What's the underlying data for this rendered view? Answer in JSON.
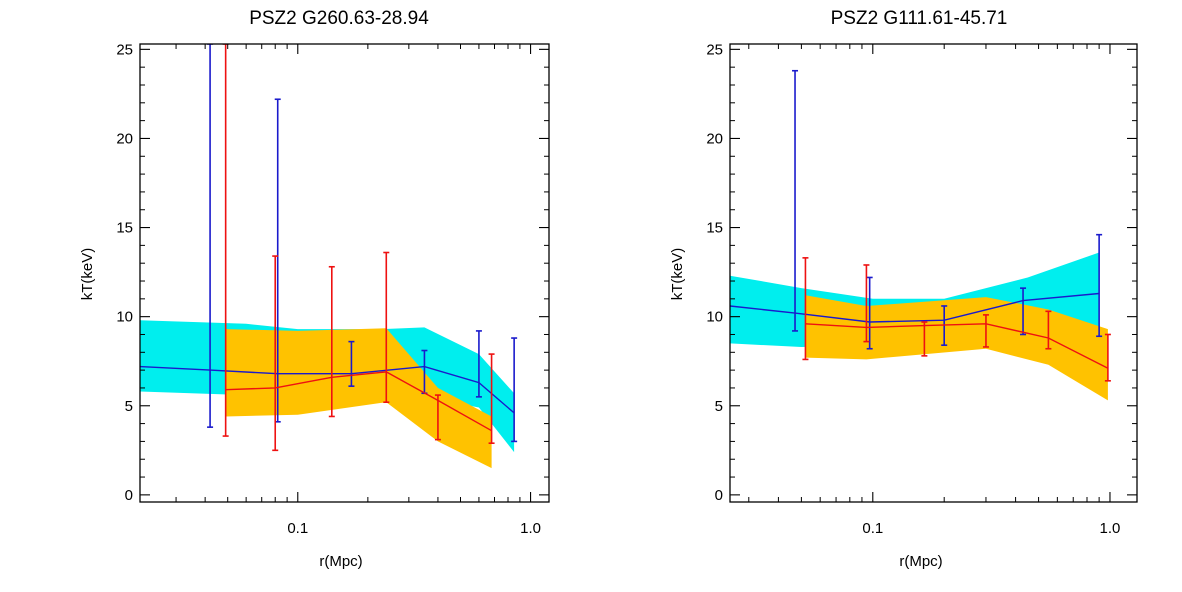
{
  "chart_data": [
    {
      "type": "line",
      "title": "PSZ2 G260.63-28.94",
      "xlabel": "r(Mpc)",
      "ylabel": "kT(keV)",
      "x_scale": "log",
      "xlim": [
        0.021,
        1.2
      ],
      "ylim": [
        -0.4,
        25.3
      ],
      "x_ticks": [
        {
          "v": 0.1,
          "label": "0.1"
        },
        {
          "v": 1.0,
          "label": "1.0"
        }
      ],
      "y_ticks": [
        0,
        5,
        10,
        15,
        20,
        25
      ],
      "colors": {
        "cyan_band": "#00eeee",
        "orange_band": "#ffc200",
        "blue": "#1a1acc",
        "red": "#ee1111"
      },
      "bands": [
        {
          "color": "#00eeee",
          "x": [
            0.021,
            0.06,
            0.1,
            0.23,
            0.35,
            0.6,
            0.85
          ],
          "upper": [
            9.8,
            9.6,
            9.3,
            9.3,
            9.4,
            7.9,
            5.7
          ],
          "lower": [
            5.8,
            5.6,
            5.3,
            5.2,
            5.5,
            4.9,
            2.4
          ]
        },
        {
          "color": "#ffc200",
          "x": [
            0.049,
            0.1,
            0.24,
            0.4,
            0.68
          ],
          "upper": [
            9.3,
            9.2,
            9.35,
            6.0,
            4.4
          ],
          "lower": [
            4.4,
            4.5,
            5.2,
            3.0,
            1.5
          ]
        }
      ],
      "series": [
        {
          "color": "#1a1acc",
          "x": [
            0.021,
            0.042,
            0.082,
            0.17,
            0.35,
            0.6,
            0.85
          ],
          "y": [
            7.2,
            7.0,
            6.8,
            6.8,
            7.2,
            6.3,
            4.6
          ],
          "err_x": [
            0.042,
            0.082,
            0.17,
            0.35,
            0.6,
            0.85
          ],
          "err_lo": [
            3.8,
            4.1,
            6.1,
            5.7,
            5.5,
            3.0
          ],
          "err_hi": [
            25.3,
            22.2,
            8.6,
            8.1,
            9.2,
            8.8
          ]
        },
        {
          "color": "#ee1111",
          "x": [
            0.049,
            0.08,
            0.14,
            0.24,
            0.4,
            0.68
          ],
          "y": [
            5.9,
            6.0,
            6.6,
            6.9,
            5.3,
            3.6
          ],
          "err_x": [
            0.049,
            0.08,
            0.14,
            0.24,
            0.4,
            0.68
          ],
          "err_lo": [
            3.3,
            2.5,
            4.4,
            5.2,
            3.1,
            2.9
          ],
          "err_hi": [
            25.3,
            13.4,
            12.8,
            13.6,
            5.6,
            7.9
          ]
        }
      ]
    },
    {
      "type": "line",
      "title": "PSZ2 G111.61-45.71",
      "xlabel": "r(Mpc)",
      "ylabel": "kT(keV)",
      "x_scale": "log",
      "xlim": [
        0.025,
        1.3
      ],
      "ylim": [
        -0.4,
        25.3
      ],
      "x_ticks": [
        {
          "v": 0.1,
          "label": "0.1"
        },
        {
          "v": 1.0,
          "label": "1.0"
        }
      ],
      "y_ticks": [
        0,
        5,
        10,
        15,
        20,
        25
      ],
      "colors": {
        "cyan_band": "#00eeee",
        "orange_band": "#ffc200",
        "blue": "#1a1acc",
        "red": "#ee1111"
      },
      "bands": [
        {
          "color": "#00eeee",
          "x": [
            0.025,
            0.05,
            0.1,
            0.2,
            0.45,
            0.9
          ],
          "upper": [
            12.3,
            11.6,
            11.0,
            11.0,
            12.2,
            13.6
          ],
          "lower": [
            8.5,
            8.3,
            8.4,
            8.5,
            9.1,
            9.0
          ]
        },
        {
          "color": "#ffc200",
          "x": [
            0.052,
            0.094,
            0.3,
            0.55,
            0.98
          ],
          "upper": [
            11.2,
            10.6,
            11.1,
            10.4,
            9.3
          ],
          "lower": [
            7.7,
            7.6,
            8.2,
            7.3,
            5.3
          ]
        }
      ],
      "series": [
        {
          "color": "#1a1acc",
          "x": [
            0.025,
            0.047,
            0.097,
            0.2,
            0.43,
            0.9
          ],
          "y": [
            10.6,
            10.2,
            9.7,
            9.8,
            10.9,
            11.3
          ],
          "err_x": [
            0.047,
            0.097,
            0.2,
            0.43,
            0.9
          ],
          "err_lo": [
            9.2,
            8.2,
            8.4,
            9.0,
            8.9
          ],
          "err_hi": [
            23.8,
            12.2,
            10.6,
            11.6,
            14.6
          ]
        },
        {
          "color": "#ee1111",
          "x": [
            0.052,
            0.094,
            0.165,
            0.3,
            0.55,
            0.98
          ],
          "y": [
            9.6,
            9.4,
            9.5,
            9.6,
            8.8,
            7.1
          ],
          "err_x": [
            0.052,
            0.094,
            0.165,
            0.3,
            0.55,
            0.98
          ],
          "err_lo": [
            7.6,
            8.6,
            7.8,
            8.3,
            8.2,
            6.4
          ],
          "err_hi": [
            13.3,
            12.9,
            9.7,
            10.1,
            10.3,
            9.0
          ]
        }
      ]
    }
  ]
}
